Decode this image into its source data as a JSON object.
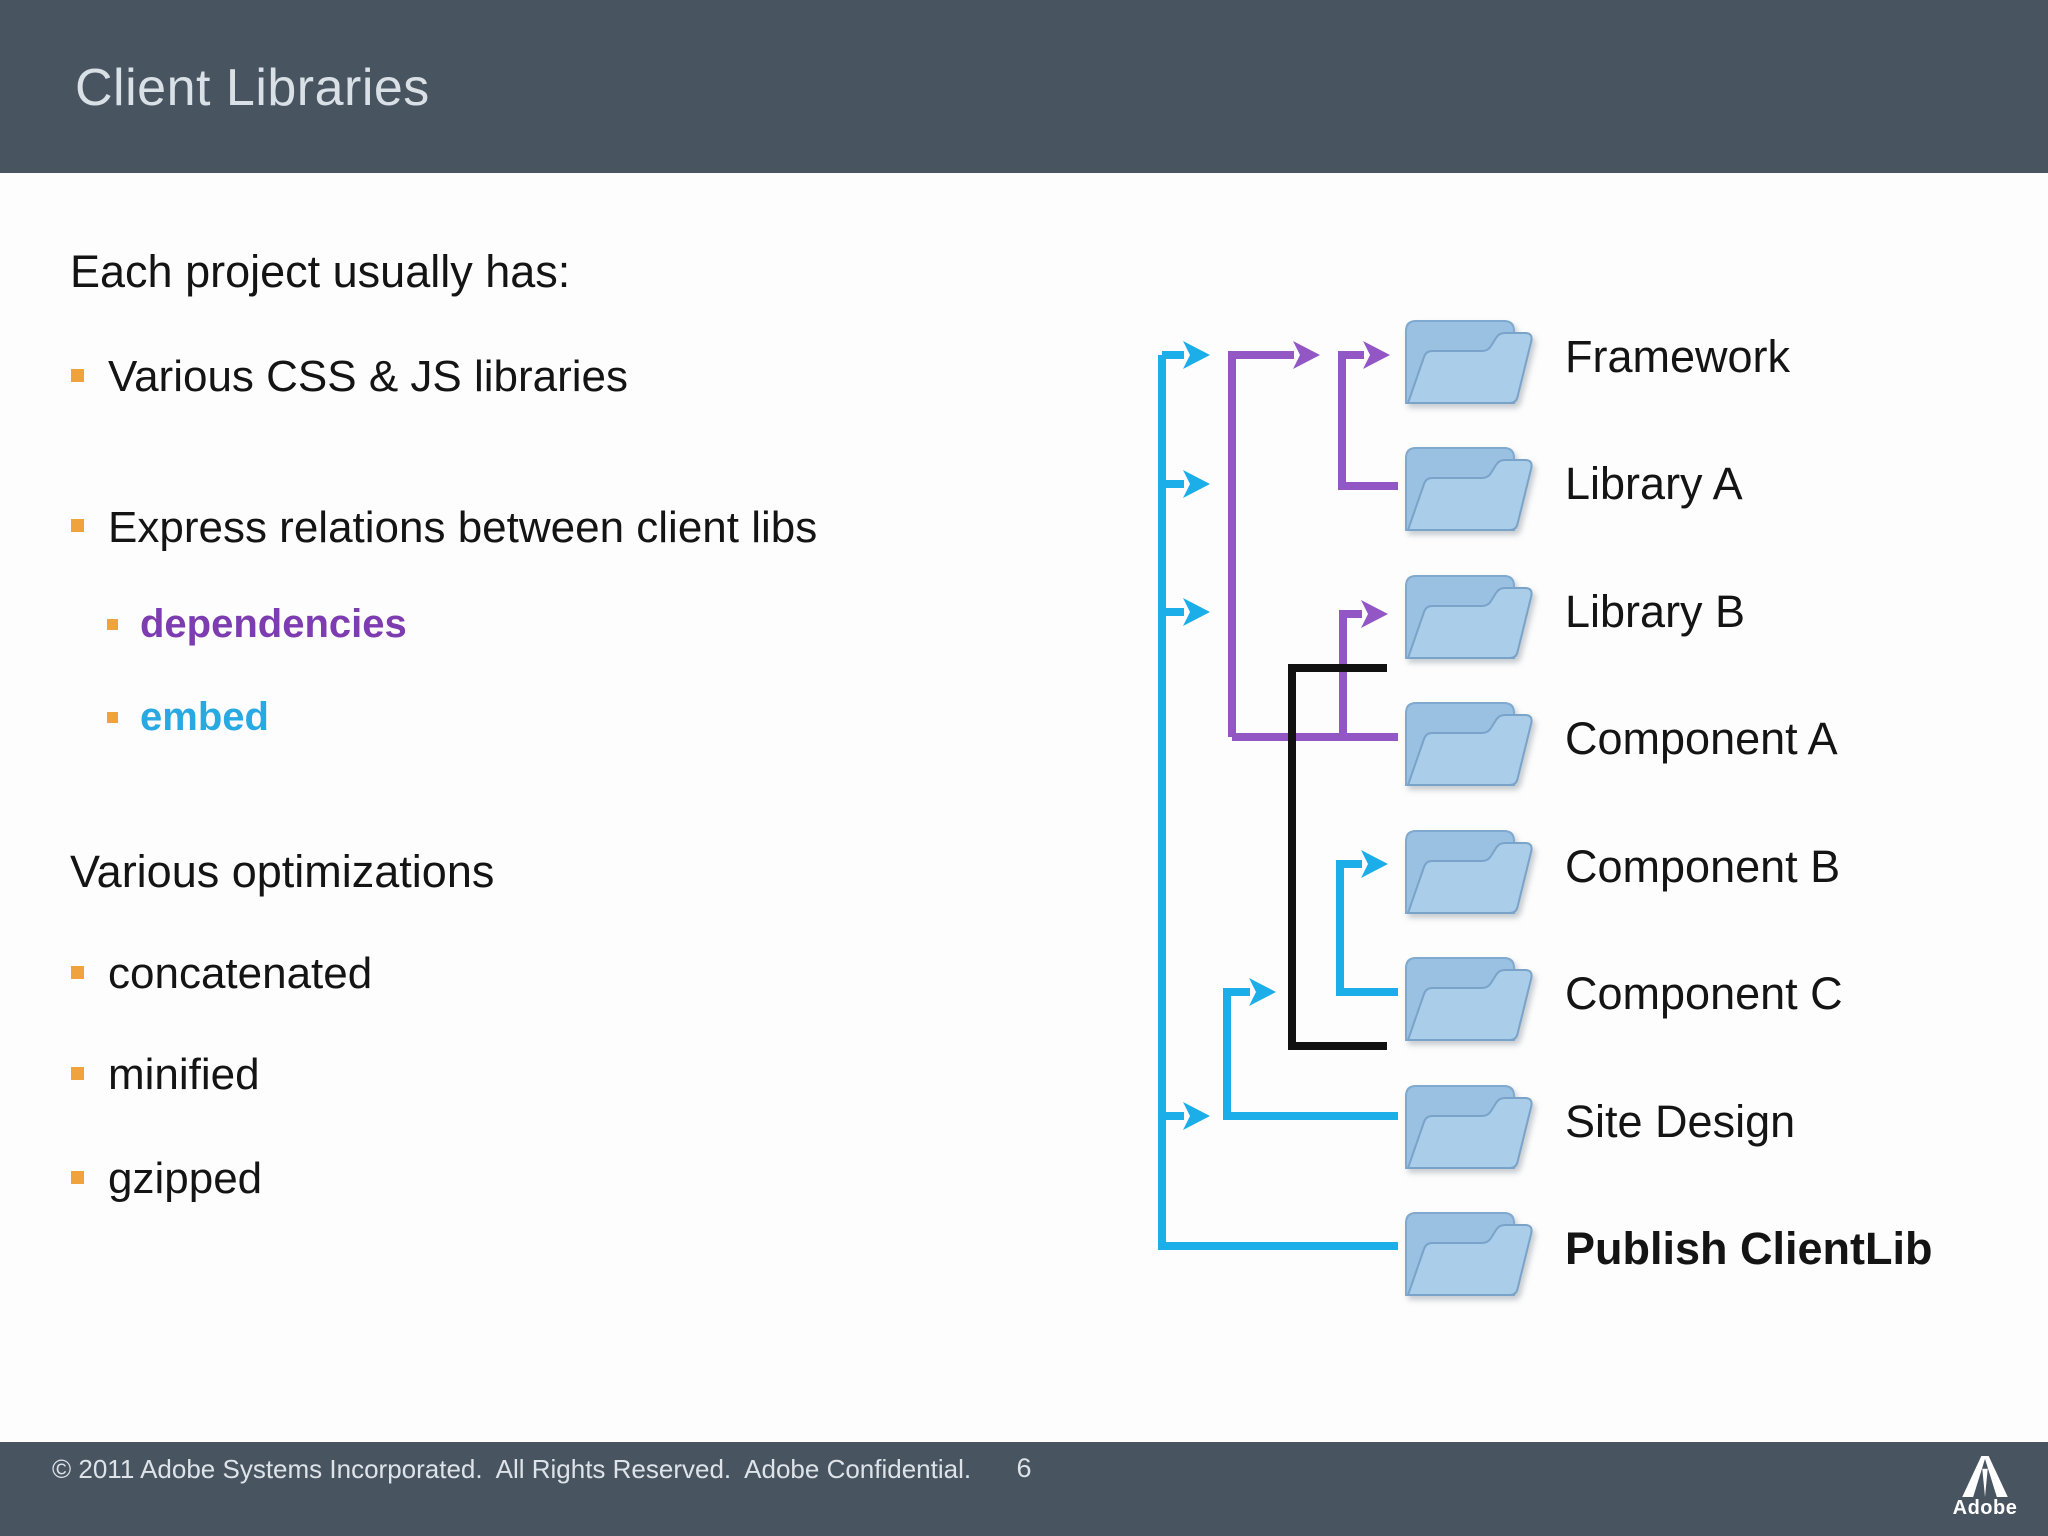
{
  "slide": {
    "title": "Client Libraries",
    "footer_text": "© 2011 Adobe Systems Incorporated.  All Rights Reserved.  Adobe Confidential.",
    "page_number": "6",
    "brand_name": "Adobe",
    "header_color": "#485460",
    "bullet_color": "#f0a33c"
  },
  "content": {
    "intro_heading": "Each project usually has:",
    "bullets": [
      "Various CSS & JS libraries",
      "Express relations between client libs"
    ],
    "sub_bullets": [
      {
        "label": "dependencies",
        "color": "#7d3caf"
      },
      {
        "label": "embed",
        "color": "#29a9e2"
      }
    ],
    "optimizations_heading": "Various optimizations",
    "optimization_bullets": [
      "concatenated",
      "minified",
      "gzipped"
    ]
  },
  "diagram": {
    "nodes": [
      {
        "label": "Framework"
      },
      {
        "label": "Library A"
      },
      {
        "label": "Library B"
      },
      {
        "label": "Component A"
      },
      {
        "label": "Component B"
      },
      {
        "label": "Component C"
      },
      {
        "label": "Site Design"
      },
      {
        "label": "Publish ClientLib",
        "bold": true
      }
    ],
    "edge_colors": {
      "dependency": "#9357c5",
      "embed": "#1caee9",
      "group": "#111111"
    },
    "folder_icon": "blue-folder-icon",
    "folder_color": "#a9cce9"
  }
}
